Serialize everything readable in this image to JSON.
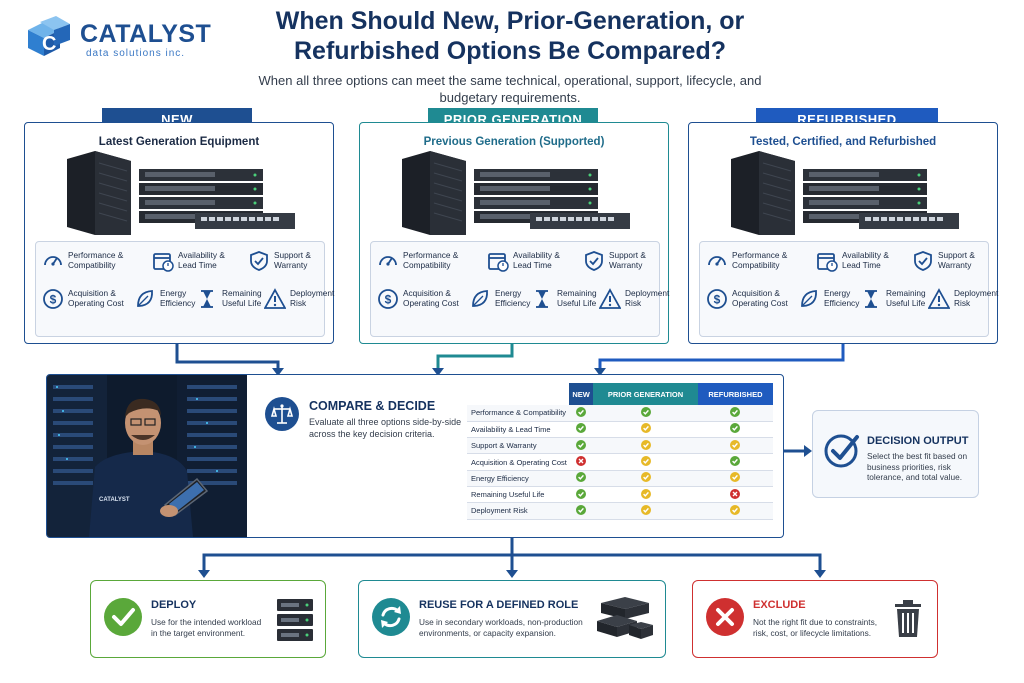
{
  "brand": {
    "name": "CATALYST",
    "tagline": "data solutions inc."
  },
  "header": {
    "title": "When Should New, Prior-Generation, or Refurbished Options Be Compared?",
    "subtitle": "When all three options can meet the same technical, operational, support, lifecycle, and budgetary requirements."
  },
  "options": [
    {
      "tab": "NEW",
      "subtitle": "Latest Generation Equipment"
    },
    {
      "tab": "PRIOR GENERATION",
      "subtitle": "Previous Generation (Supported)"
    },
    {
      "tab": "REFURBISHED",
      "subtitle": "Tested, Certified, and Refurbished"
    }
  ],
  "criteria_labels": {
    "perf": "Performance &\nCompatibility",
    "avail": "Availability &\nLead Time",
    "support": "Support &\nWarranty",
    "cost": "Acquisition &\nOperating Cost",
    "energy": "Energy\nEfficiency",
    "life": "Remaining\nUseful Life",
    "risk": "Deployment\nRisk"
  },
  "compare": {
    "title": "COMPARE & DECIDE",
    "description": "Evaluate all three options side-by-side across the key decision criteria.",
    "columns": [
      "NEW",
      "PRIOR GENERATION",
      "REFURBISHED"
    ],
    "rows": [
      {
        "criterion": "Performance & Compatibility",
        "marks": [
          "check",
          "check",
          "check"
        ]
      },
      {
        "criterion": "Availability & Lead Time",
        "marks": [
          "check",
          "partial",
          "check"
        ]
      },
      {
        "criterion": "Support & Warranty",
        "marks": [
          "check",
          "partial",
          "partial"
        ]
      },
      {
        "criterion": "Acquisition & Operating Cost",
        "marks": [
          "cross",
          "partial",
          "check"
        ]
      },
      {
        "criterion": "Energy Efficiency",
        "marks": [
          "check",
          "partial",
          "partial"
        ]
      },
      {
        "criterion": "Remaining Useful Life",
        "marks": [
          "check",
          "partial",
          "cross"
        ]
      },
      {
        "criterion": "Deployment Risk",
        "marks": [
          "check",
          "partial",
          "partial"
        ]
      }
    ]
  },
  "decision": {
    "title": "DECISION OUTPUT",
    "description": "Select the best fit based on business priorities, risk tolerance, and total value."
  },
  "outcomes": [
    {
      "title": "DEPLOY",
      "description": "Use for the intended workload in the target environment."
    },
    {
      "title": "REUSE FOR A DEFINED ROLE",
      "description": "Use in secondary workloads, non-production environments, or capacity expansion."
    },
    {
      "title": "EXCLUDE",
      "description": "Not the right fit due to constraints, risk, cost, or lifecycle limitations."
    }
  ],
  "colors": {
    "navy": "#15325f",
    "blue": "#1e4f91",
    "teal": "#1f8a92",
    "brightblue": "#1f5bbf",
    "green": "#5aa83a",
    "yellow": "#e7b928",
    "red": "#cf3030"
  }
}
